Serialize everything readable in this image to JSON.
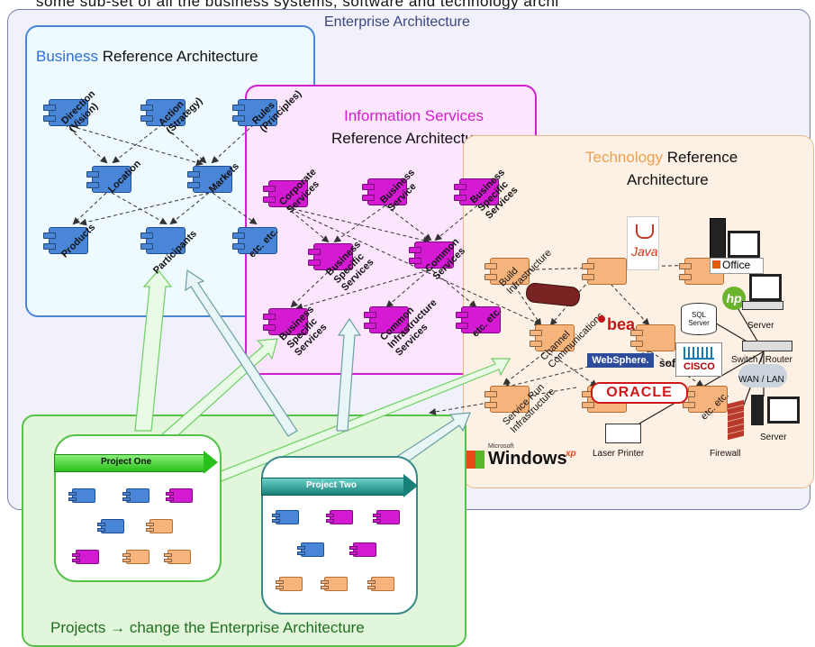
{
  "header_text": "some sub-set of all the business systems, software and technology archi",
  "enterprise": {
    "title": "Enterprise Architecture"
  },
  "business": {
    "title_accent": "Business",
    "title_rest": "Reference Architecture",
    "components": [
      "Direction (Vision)",
      "Action (Strategy)",
      "Rules (Principles)",
      "Location",
      "Markets",
      "Products",
      "Participants",
      "etc. etc."
    ]
  },
  "information": {
    "title_accent": "Information Services",
    "title_rest": "Reference Architecture",
    "components": [
      "Corporate Services",
      "Business Service",
      "Business Specific Services",
      "Business Specific Services",
      "Common Services",
      "Business Specific Services",
      "Common Infrastructure Services",
      "etc. etc."
    ]
  },
  "technology": {
    "title_accent": "Technology",
    "title_rest1": "Reference",
    "title_rest2": "Architecture",
    "components": [
      "Build Infrastructure",
      "Channel Communications",
      "Service Run Infrastructure",
      "etc. etc."
    ],
    "labels": {
      "java": "Java",
      "office": "Office",
      "sql": "SQL Server",
      "server1": "Server",
      "bea": "bea",
      "websphere": "WebSphere.",
      "sof": "sof",
      "cisco": "CISCO",
      "switch_router": "Switch / Router",
      "wan_lan": "WAN / LAN",
      "oracle": "ORACLE",
      "windows": "Windows",
      "windows_xp": "xp",
      "microsoft": "Microsoft",
      "laser_printer": "Laser Printer",
      "firewall": "Firewall",
      "server2": "Server"
    }
  },
  "projects": {
    "title": "Projects → change the Enterprise Architecture",
    "project_one": "Project One",
    "project_two": "Project Two"
  },
  "colors": {
    "business": "#2f6fd0",
    "information": "#d21fd0",
    "technology": "#f0a050",
    "projects_bg": "#e2f6dc"
  }
}
